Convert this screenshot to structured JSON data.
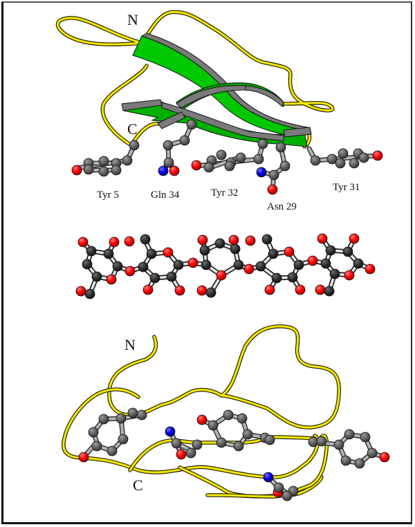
{
  "figure": {
    "panels": [
      {
        "id": "top",
        "description": "Protein ribbon with beta-sheet and aromatic/polar side chains",
        "terminus_labels": {
          "n": "N",
          "c": "C"
        },
        "residues": [
          {
            "label": "Tyr 5"
          },
          {
            "label": "Gln 34"
          },
          {
            "label": "Tyr 32"
          },
          {
            "label": "Asn 29"
          },
          {
            "label": "Tyr 31"
          }
        ]
      },
      {
        "id": "middle",
        "description": "Oligosaccharide chain (ball-and-stick), 5 sugar rings"
      },
      {
        "id": "bottom",
        "description": "Protein coil with side chains",
        "terminus_labels": {
          "n": "N",
          "c": "C"
        }
      }
    ],
    "colors": {
      "coil": "#f2e600",
      "sheet": "#00c800",
      "sheet_edge": "#7a7a7a",
      "carbon": "#5a5a5a",
      "oxygen": "#ff0000",
      "nitrogen": "#0000e0",
      "sugar_carbon": "#333333"
    }
  }
}
